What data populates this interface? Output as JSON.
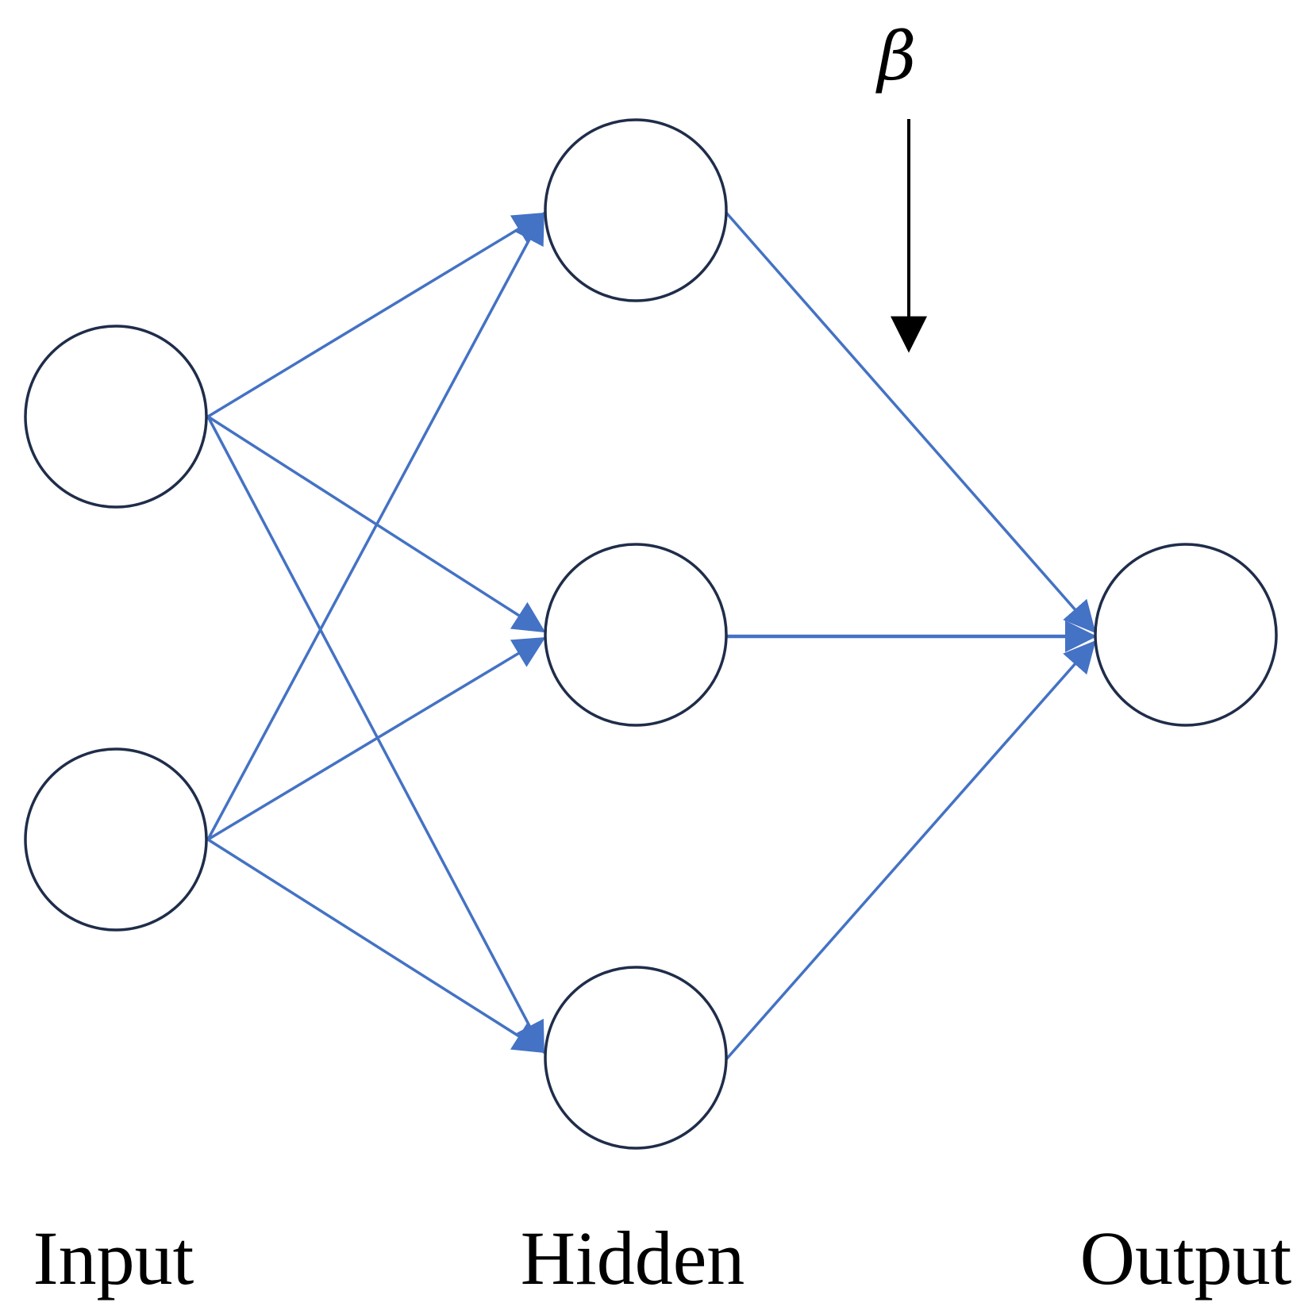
{
  "labels": {
    "input": "Input",
    "hidden": "Hidden",
    "output": "Output",
    "beta": "β"
  },
  "colors": {
    "edge": "#4472c4",
    "node_stroke": "#1f2d4a",
    "beta_arrow": "#000000"
  }
}
